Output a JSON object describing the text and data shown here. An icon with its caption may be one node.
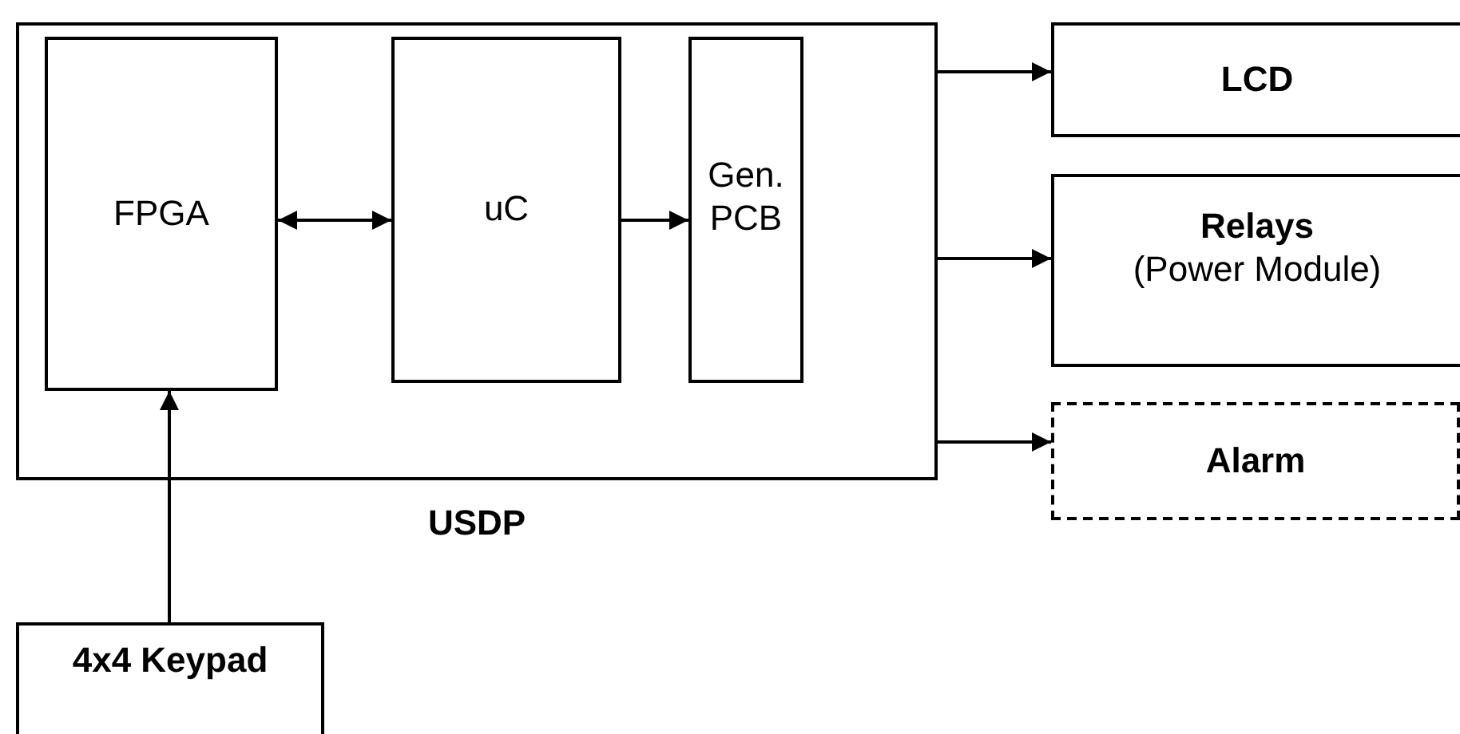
{
  "diagram": {
    "nodes": [
      {
        "text": [
          "USDP"
        ]
      },
      {
        "text": [
          "FPGA"
        ],
        "in": 0
      },
      {
        "text": [
          "uC"
        ],
        "in": 0
      },
      {
        "text": [
          "Gen. PCB"
        ],
        "in": 0
      },
      {
        "text": [
          "LCD"
        ]
      },
      {
        "text": [
          "Relays",
          "(Power Module)"
        ]
      },
      {
        "text": [
          "Alarm"
        ]
      },
      {
        "text": [
          "4x4 Keypad"
        ]
      }
    ],
    "edges": [
      {
        "from": 1,
        "to": 2,
        "arrow": "both"
      },
      {
        "from": 2,
        "to": 3,
        "arrow": "to"
      },
      {
        "from": 0,
        "to": 4,
        "arrow": "to"
      },
      {
        "from": 0,
        "to": 5,
        "arrow": "to"
      },
      {
        "from": 0,
        "to": 6,
        "arrow": "to"
      },
      {
        "from": 7,
        "to": 1,
        "arrow": "to"
      }
    ]
  }
}
